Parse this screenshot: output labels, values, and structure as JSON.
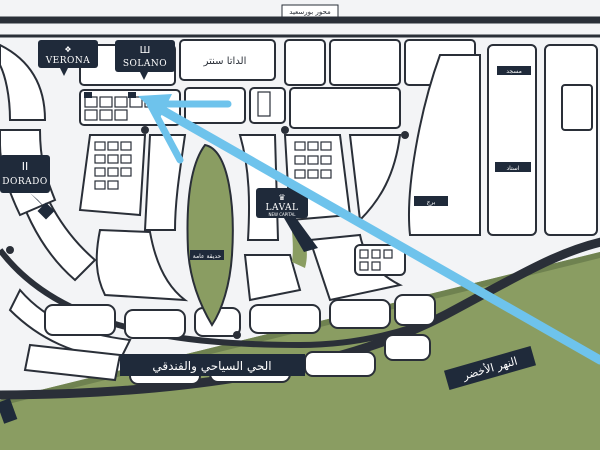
{
  "colors": {
    "road": "#2a2f38",
    "block": "#ffffff",
    "block_outline": "#2a2f38",
    "green": "#8a9d62",
    "label_bg": "#1f2a3a",
    "arrow": "#6ec3ec",
    "background": "#f3f4f6"
  },
  "labels": {
    "top_road": "ﻣﺤﻮﺭ ﺑﻮﺭﺳﻌﻴﺪ",
    "data_center": "الداتا سنتر",
    "tourist_district": "الحي السياحي والفندقي",
    "green_river": "النهر الأخضر",
    "central_park_small": "حديقة عامة",
    "stadium": "استاد",
    "tower_small": "برج",
    "mosque": "مسجد"
  },
  "projects": {
    "verona": "VERONA",
    "solano": "SOLANO",
    "dorado": "DORADO",
    "laval": "LAVAL",
    "laval_sub": "NEW CAPITAL"
  },
  "icons": {
    "arrow": "direction-arrow-icon",
    "pin": "map-pin-icon"
  }
}
